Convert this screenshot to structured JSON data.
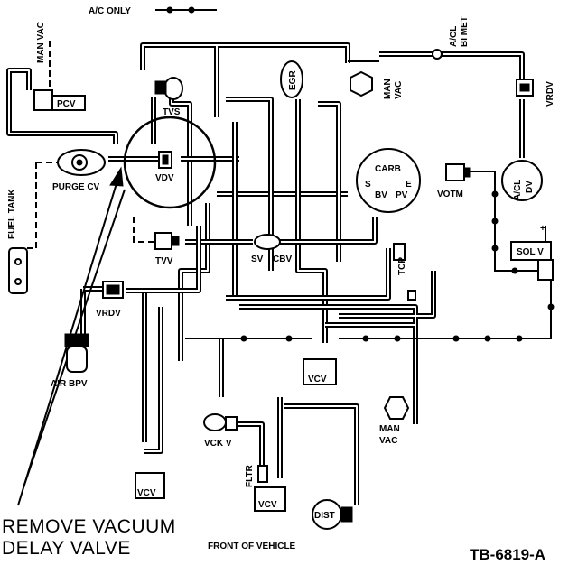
{
  "labels": {
    "ac_only": "A/C ONLY",
    "man_vac_top": "MAN VAC",
    "pcv": "PCV",
    "tvs": "TVS",
    "egr": "EGR",
    "man_vac_mid": "MAN VAC",
    "acl_bimet": "A/CL BI MET",
    "vrdv_right": "VRDV",
    "fuel_tank": "FUEL TANK",
    "purge_cv": "PURGE CV",
    "vdv": "VDV",
    "carb": "CARB",
    "carb_s": "S",
    "carb_e": "E",
    "carb_bv": "BV",
    "carb_pv": "PV",
    "votm": "VOTM",
    "acl_dv": "A/CL DV",
    "tvv": "TVV",
    "sv": "SV",
    "cbv": "CBV",
    "tcp": "TCP",
    "sol_v": "SOL V",
    "vrdv_left": "VRDV",
    "air_bpv": "AIR BPV",
    "vcv_center": "VCV",
    "man_vac_bottom": "MAN VAC",
    "vck_v": "VCK V",
    "fltr": "FLTR",
    "vcv_left": "VCV",
    "vcv_bottom": "VCV",
    "dist": "DIST",
    "instruction_line1": "REMOVE VACUUM",
    "instruction_line2": "DELAY VALVE",
    "front_of_vehicle": "FRONT OF VEHICLE",
    "figure_id": "TB-6819-A"
  }
}
